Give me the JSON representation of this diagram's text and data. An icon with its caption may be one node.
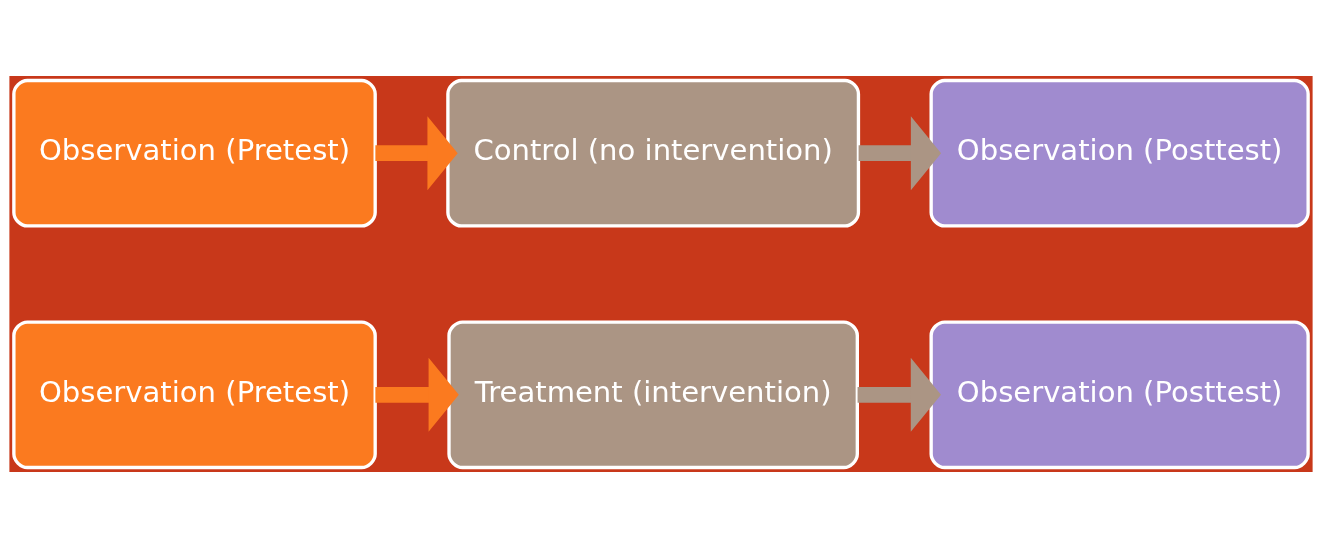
{
  "diagram": {
    "nodes": [
      {
        "text": [
          "Observation (Pretest)"
        ]
      },
      {
        "text": [
          "Treatment (intervention)"
        ]
      },
      {
        "text": [
          "Observation (Posttest)"
        ]
      },
      {
        "text": [
          "Observation (Pretest)"
        ]
      },
      {
        "text": [
          "Control (no intervention)"
        ]
      },
      {
        "text": [
          "Observation (Posttest)"
        ]
      }
    ],
    "edges": [
      {
        "from": 0,
        "to": 1,
        "arrow": "to",
        "color": "#fb7a1f"
      },
      {
        "from": 1,
        "to": 2,
        "arrow": "to",
        "color": "#ab9584"
      },
      {
        "from": 3,
        "to": 4,
        "arrow": "to",
        "color": "#fb7a1f"
      },
      {
        "from": 4,
        "to": 5,
        "arrow": "to",
        "color": "#ab9584"
      }
    ]
  }
}
